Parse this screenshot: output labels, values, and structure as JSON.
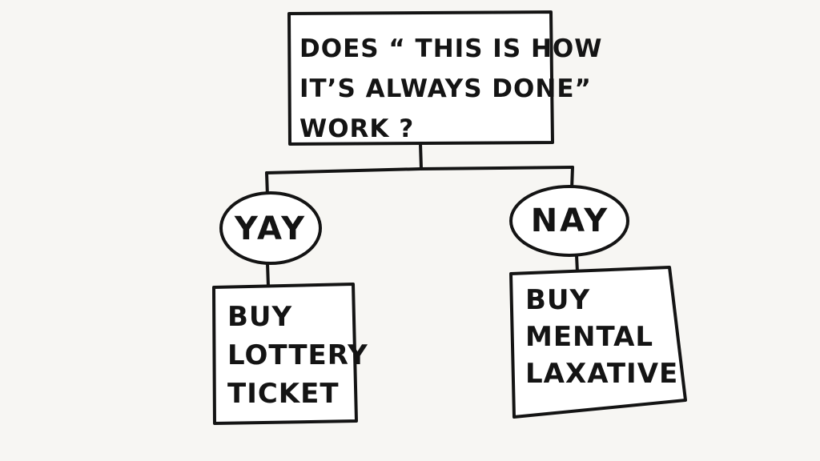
{
  "diagram": {
    "question": {
      "lines": [
        "DOES “ THIS IS HOW",
        "IT’S ALWAYS DONE”",
        "WORK ?"
      ]
    },
    "branches": {
      "yes": {
        "label": "YAY",
        "outcome_lines": [
          "BUY",
          "LOTTERY",
          "TICKET"
        ]
      },
      "no": {
        "label": "NAY",
        "outcome_lines": [
          "BUY",
          "MENTAL",
          "LAXATIVE"
        ]
      }
    },
    "colors": {
      "ink": "#141414",
      "paper": "#f7f6f3",
      "box_fill": "#ffffff"
    }
  }
}
